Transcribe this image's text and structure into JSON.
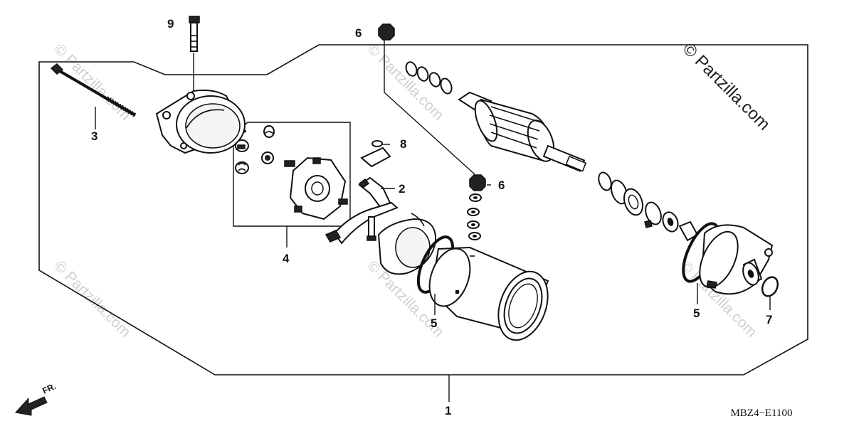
{
  "diagram": {
    "drawing_code": "MBZ4−E1100",
    "front_label": "FR.",
    "watermark_main": "© Partzilla.com",
    "watermark_repeat": "© Partzilla.com",
    "callouts": {
      "c1": "1",
      "c2": "2",
      "c3": "3",
      "c4": "4",
      "c5a": "5",
      "c5b": "5",
      "c6a": "6",
      "c6b": "6",
      "c7": "7",
      "c8": "8",
      "c9": "9"
    }
  }
}
